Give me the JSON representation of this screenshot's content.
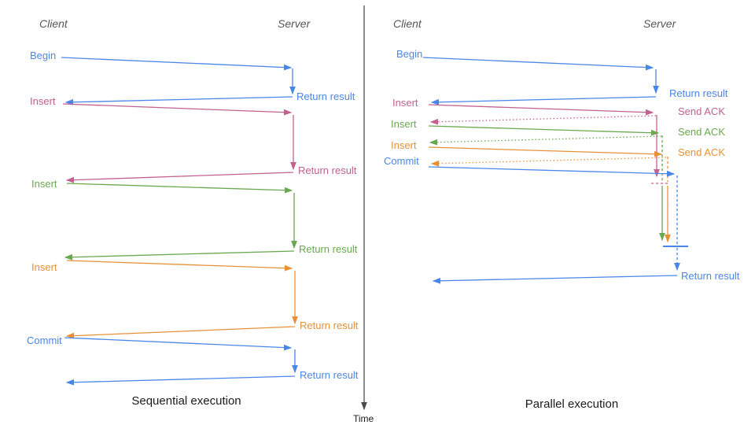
{
  "panels": {
    "sequential": {
      "title": "Sequential execution",
      "client_header": "Client",
      "server_header": "Server",
      "messages": [
        {
          "request": "Begin",
          "response": "Return result",
          "color": "#4A86E8"
        },
        {
          "request": "Insert",
          "response": "Return result",
          "color": "#C2608F"
        },
        {
          "request": "Insert",
          "response": "Return result",
          "color": "#6AA84F"
        },
        {
          "request": "Insert",
          "response": "Return result",
          "color": "#E69138"
        },
        {
          "request": "Commit",
          "response": "Return result",
          "color": "#4A86E8"
        }
      ]
    },
    "parallel": {
      "title": "Parallel execution",
      "client_header": "Client",
      "server_header": "Server",
      "messages": [
        {
          "request": "Begin",
          "response": "Return result",
          "color": "#4A86E8"
        },
        {
          "request": "Insert",
          "response": "Send ACK",
          "color": "#C2608F"
        },
        {
          "request": "Insert",
          "response": "Send ACK",
          "color": "#6AA84F"
        },
        {
          "request": "Insert",
          "response": "Send ACK",
          "color": "#E69138"
        },
        {
          "request": "Commit",
          "response": "Return result",
          "color": "#4A86E8"
        }
      ]
    }
  },
  "time_axis_label": "Time",
  "colors": {
    "blue": "#4A86E8",
    "pink": "#C2608F",
    "green": "#6AA84F",
    "orange": "#E69138",
    "axis": "#4d4d4d"
  }
}
